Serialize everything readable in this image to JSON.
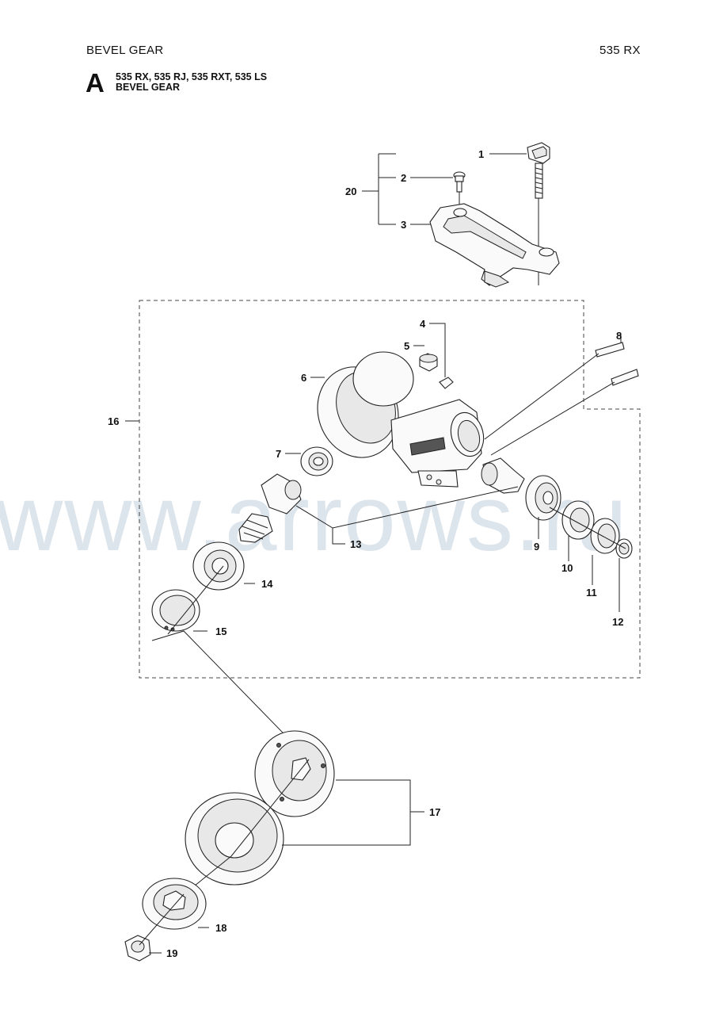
{
  "header": {
    "title": "BEVEL GEAR",
    "model": "535 RX"
  },
  "section": {
    "letter": "A",
    "models": "535 RX, 535 RJ, 535 RXT, 535 LS",
    "title": "BEVEL GEAR"
  },
  "watermark": "www.arrows.ru",
  "callouts": {
    "c1": "1",
    "c2": "2",
    "c3": "3",
    "c4": "4",
    "c5": "5",
    "c6": "6",
    "c7": "7",
    "c8": "8",
    "c9": "9",
    "c10": "10",
    "c11": "11",
    "c12": "12",
    "c13": "13",
    "c14": "14",
    "c15": "15",
    "c16": "16",
    "c17": "17",
    "c18": "18",
    "c19": "19",
    "c20": "20"
  }
}
